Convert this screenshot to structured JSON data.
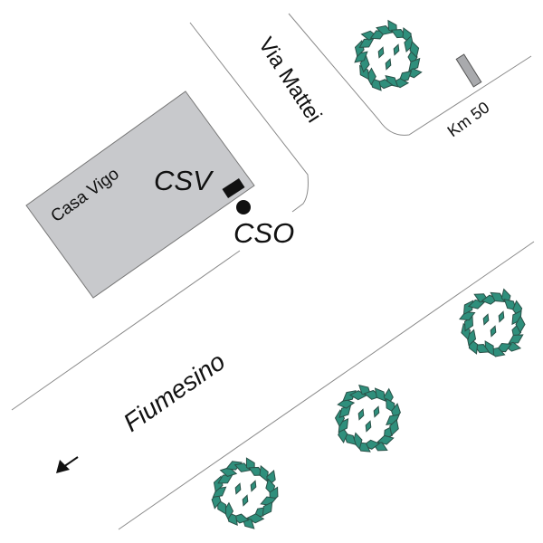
{
  "labels": {
    "building": "Casa Vigo",
    "csv": "CSV",
    "cso": "CSO",
    "street_north": "Via Mattei",
    "street_main": "Fiumesino",
    "km_marker": "Km 50"
  },
  "colors": {
    "building_fill": "#c8c9cc",
    "tree_fill": "#2f8f7c",
    "tree_stroke": "#2a5148",
    "road_line": "#8a8a8a",
    "marker_fill": "#a9aaad"
  },
  "icons": {
    "direction": "arrow-down-left-icon",
    "tree": "tree-icon"
  }
}
